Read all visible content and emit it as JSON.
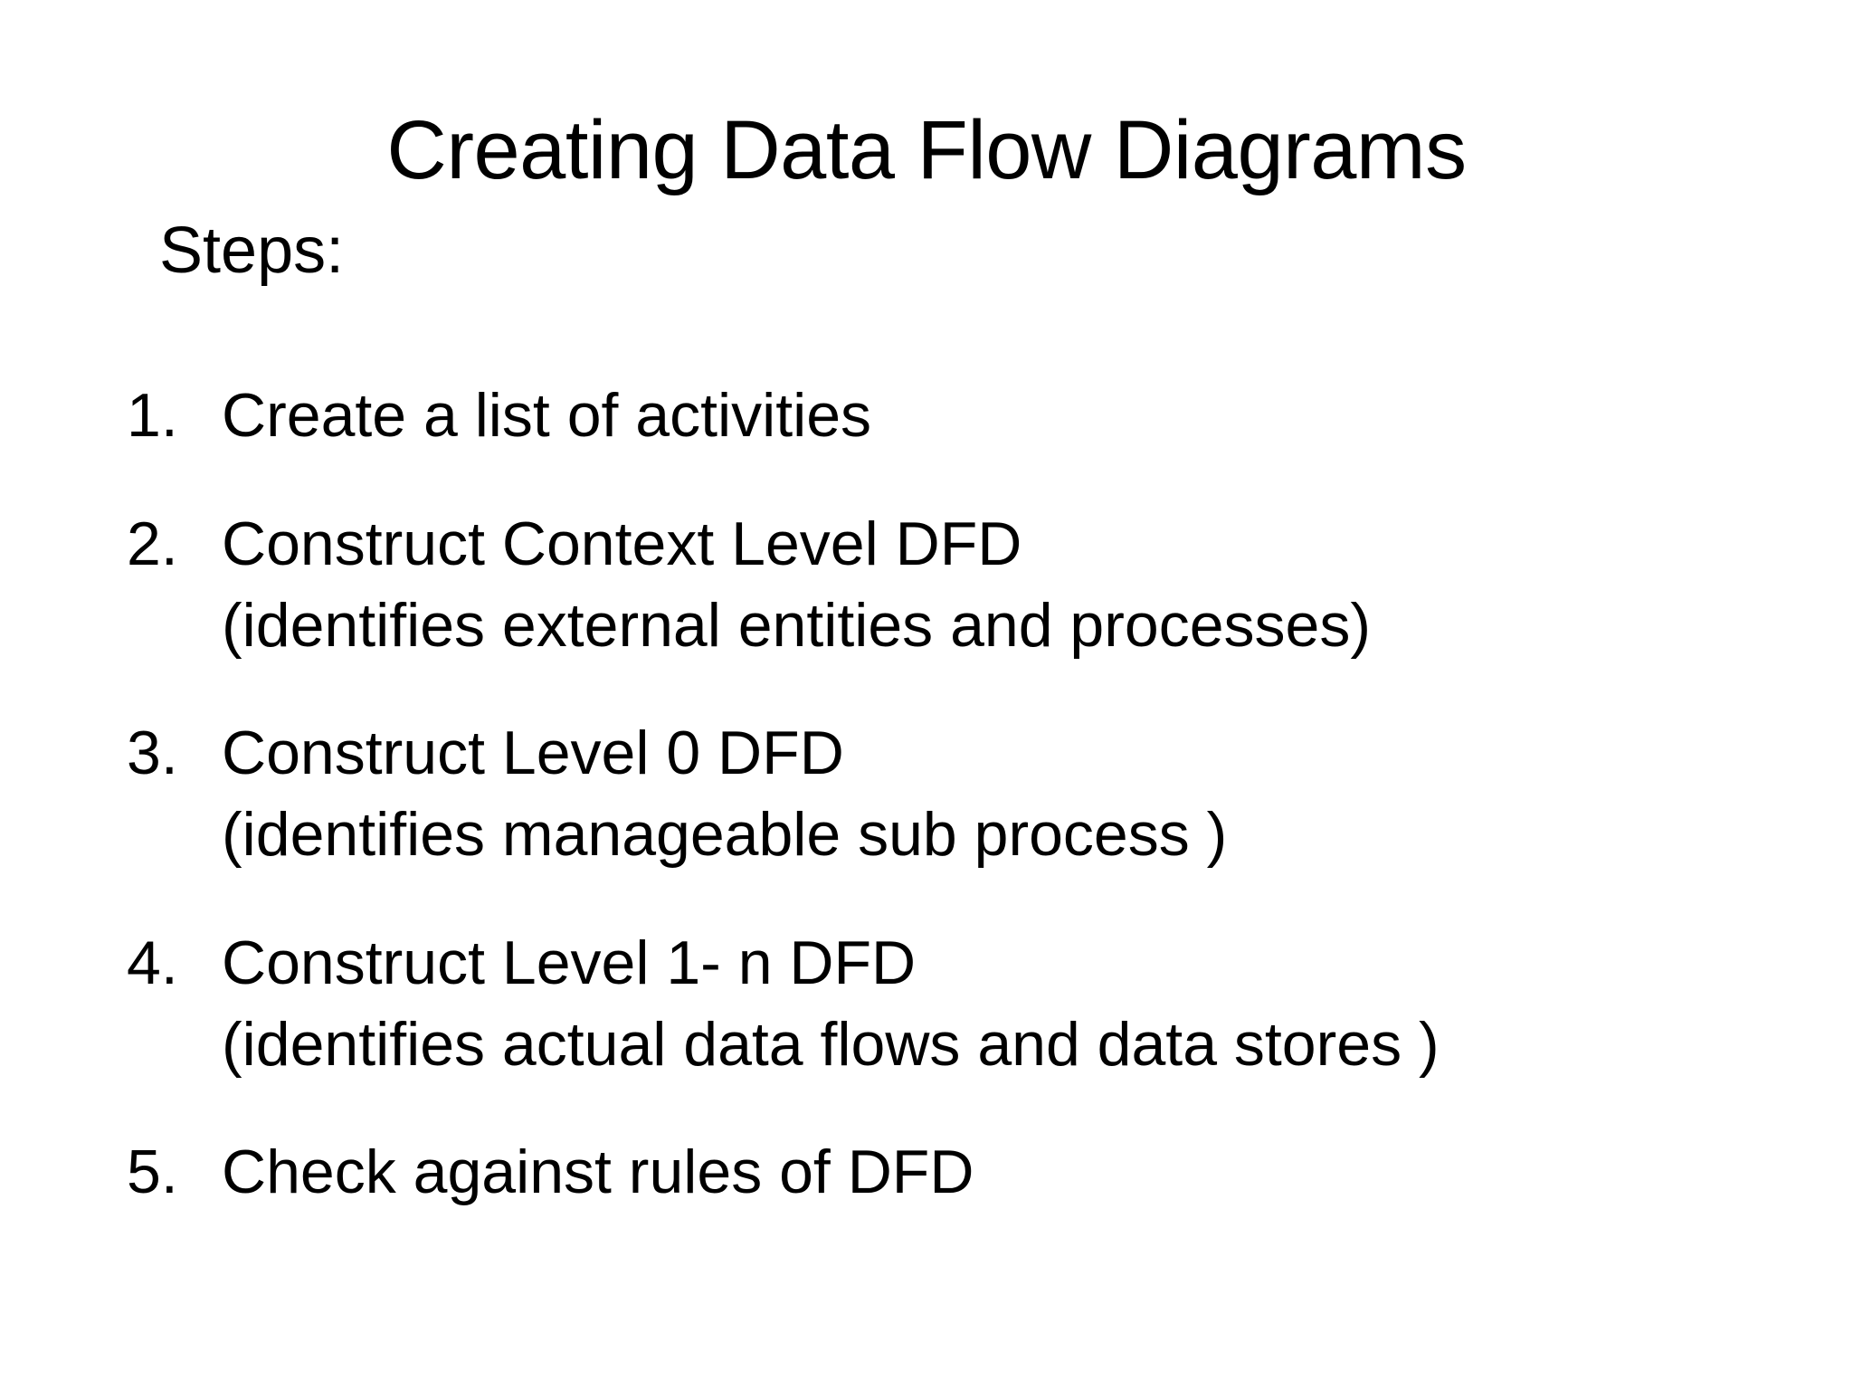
{
  "slide": {
    "title": "Creating Data Flow Diagrams",
    "background_color": "#ffffff",
    "text_color": "#000000",
    "heading": "Steps:",
    "steps": [
      {
        "number": "1.",
        "line1": "Create a list of activities",
        "line2": ""
      },
      {
        "number": "2.",
        "line1": "Construct Context Level DFD",
        "line2": "(identifies external entities and processes)"
      },
      {
        "number": "3.",
        "line1": "Construct Level 0 DFD",
        "line2": "(identifies manageable sub process )"
      },
      {
        "number": "4.",
        "line1": "Construct Level 1- n DFD",
        "line2": "(identifies actual data flows and data stores )"
      },
      {
        "number": "5.",
        "line1": "Check against rules of DFD",
        "line2": ""
      }
    ]
  }
}
